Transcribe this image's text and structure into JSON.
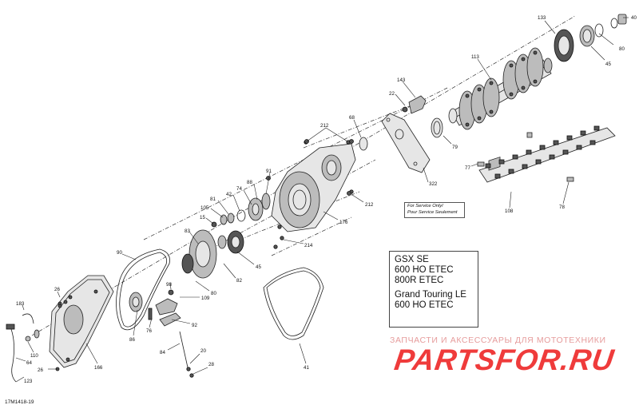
{
  "part_labels": {
    "p133": "133",
    "p40": "40",
    "p80a": "80",
    "p45a": "45",
    "p113": "113",
    "p143": "143",
    "p22": "22",
    "p68": "68",
    "p79": "79",
    "p212a": "212",
    "p212b": "212",
    "p322": "322",
    "p91": "91",
    "p88": "88",
    "p74": "74",
    "p42": "42",
    "p81": "81",
    "p105": "105",
    "p15": "15",
    "p176": "176",
    "p214": "214",
    "p83": "83",
    "p90": "90",
    "p45b": "45",
    "p82": "82",
    "p80b": "80",
    "p98": "98",
    "p109": "109",
    "p76": "76",
    "p92": "92",
    "p86": "86",
    "p26a": "26",
    "p26b": "26",
    "p183": "183",
    "p110": "110",
    "p64": "64",
    "p166": "166",
    "p123": "123",
    "p84": "84",
    "p20": "20",
    "p28": "28",
    "p41": "41",
    "p77": "77",
    "p108": "108",
    "p78": "78"
  },
  "service_note": {
    "line1": "For Service Only/",
    "line2": "Pour Service Seulement"
  },
  "models_note": {
    "line1": "GSX SE",
    "line2": "600 HO ETEC",
    "line3": "800R ETEC",
    "line4": "Grand Touring LE",
    "line5": "600 HO ETEC"
  },
  "watermark": {
    "tagline": "ЗАПЧАСТИ И АКСЕССУАРЫ ДЛЯ МОТОТЕХНИКИ",
    "logo": "PARTSFOR.RU"
  },
  "reference_code": "17M1418-19"
}
